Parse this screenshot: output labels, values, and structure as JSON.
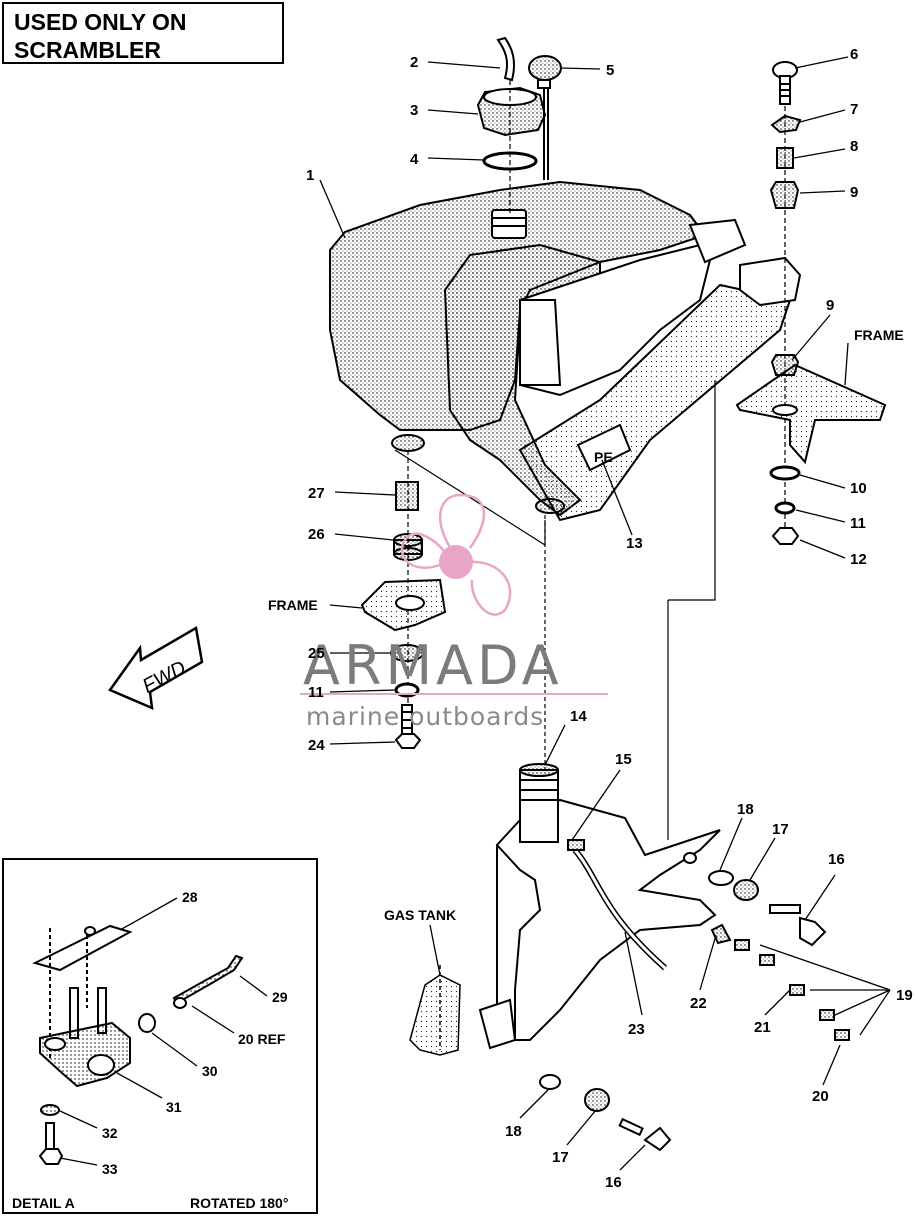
{
  "title": {
    "line1": "USED ONLY ON",
    "line2": "SCRAMBLER"
  },
  "labels": {
    "frame_upper": "FRAME",
    "frame_lower": "FRAME",
    "fwd": "FWD",
    "gas_tank": "GAS TANK"
  },
  "callouts": [
    "1",
    "2",
    "3",
    "4",
    "5",
    "6",
    "7",
    "8",
    "9",
    "9",
    "10",
    "11",
    "12",
    "13",
    "14",
    "15",
    "16",
    "17",
    "18",
    "19",
    "20",
    "21",
    "22",
    "23",
    "24",
    "25",
    "26",
    "27",
    "11",
    "18",
    "17",
    "16"
  ],
  "detail": {
    "title": "DETAIL A",
    "rotation": "ROTATED 180°",
    "callouts": [
      "28",
      "29",
      "20 REF",
      "30",
      "31",
      "32",
      "33"
    ]
  },
  "watermark": {
    "brand": "ARMADA",
    "tagline": "marine outboards",
    "color": "#e8a5c8"
  }
}
